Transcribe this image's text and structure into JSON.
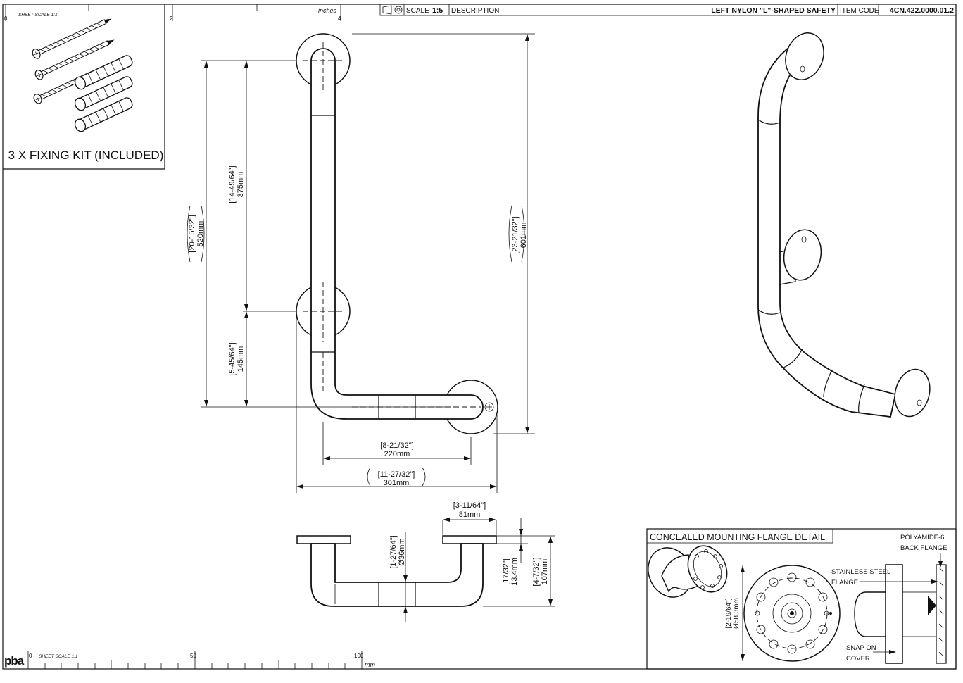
{
  "title_block": {
    "scale_label": "SCALE",
    "scale_value": "1:5",
    "description_label": "DESCRIPTION",
    "description_value": "LEFT NYLON \"L\"-SHAPED SAFETY",
    "item_code_label": "ITEM CODE",
    "item_code_value": "4CN.422.0000.01.2"
  },
  "rulers": {
    "top": {
      "sheet_scale": "SHEET SCALE 1:1",
      "unit": "inches",
      "ticks": [
        "0",
        "2",
        "4"
      ]
    },
    "bottom": {
      "sheet_scale": "SHEET SCALE 1:1",
      "unit": "mm",
      "ticks": [
        "0",
        "50",
        "100"
      ]
    },
    "logo": "pba"
  },
  "fixing_kit": {
    "label": "3 X FIXING KIT (INCLUDED)"
  },
  "front_view": {
    "dim_520": {
      "inch": "[20-15/32\"]",
      "mm": "520mm"
    },
    "dim_375": {
      "inch": "[14-49/64\"]",
      "mm": "375mm"
    },
    "dim_145": {
      "inch": "[5-45/64\"]",
      "mm": "145mm"
    },
    "dim_601": {
      "inch": "[23-21/32\"]",
      "mm": "601mm"
    },
    "dim_220": {
      "inch": "[8-21/32\"]",
      "mm": "220mm"
    },
    "dim_301": {
      "inch": "[11-27/32\"]",
      "mm": "301mm"
    }
  },
  "plan_view": {
    "dim_81": {
      "inch": "[3-11/64\"]",
      "mm": "81mm"
    },
    "dim_36": {
      "inch": "[1-27/64\"]",
      "mm": "Ø36mm"
    },
    "dim_13": {
      "inch": "[17/32\"]",
      "mm": "13.4mm"
    },
    "dim_107": {
      "inch": "[4-7/32\"]",
      "mm": "107mm"
    }
  },
  "detail": {
    "title": "CONCEALED MOUNTING FLANGE DETAIL",
    "polyamide_l1": "POLYAMIDE-6",
    "polyamide_l2": "BACK FLANGE",
    "steel_l1": "STAINLESS STEEL",
    "steel_l2": "FLANGE",
    "snap_l1": "SNAP ON",
    "snap_l2": "COVER",
    "dim_58": {
      "inch": "[2-19/64\"]",
      "mm": "Ø58.3mm"
    }
  }
}
